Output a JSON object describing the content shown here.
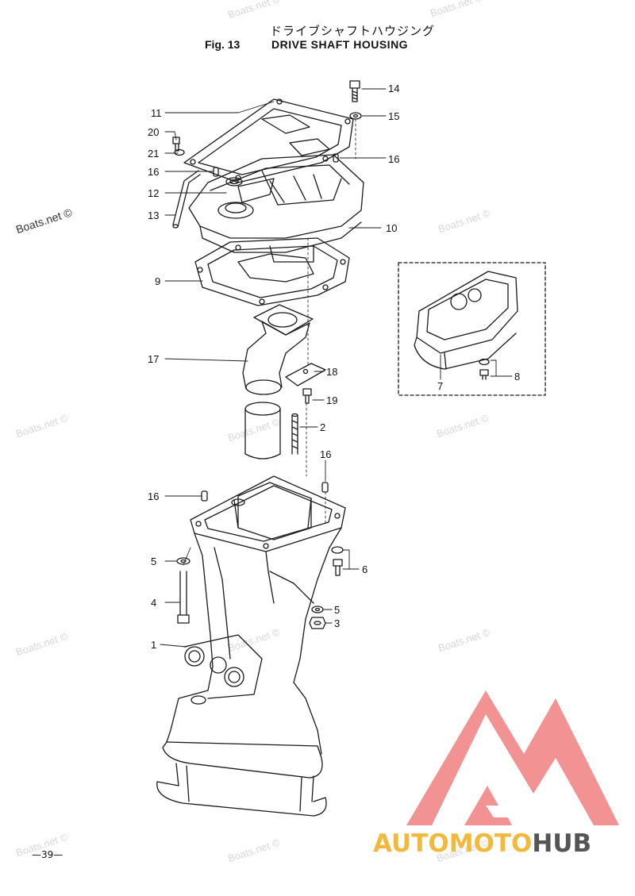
{
  "header": {
    "title_jp": "ドライブシャフトハウジング",
    "fig_number": "Fig. 13",
    "fig_title": "DRIVE SHAFT HOUSING"
  },
  "page_number": "—39—",
  "watermarks": [
    "Boats.net ©",
    "Boats.net ©",
    "Boats.net ©",
    "Boats.net ©",
    "Boats.net ©",
    "Boats.net ©",
    "Boats.net ©",
    "Boats.net ©",
    "Boats.net ©",
    "Boats.net ©",
    "Boats.net ©",
    "Boats.net ©",
    "Boats.net ©"
  ],
  "callouts": [
    "14",
    "15",
    "11",
    "20",
    "21",
    "16",
    "16",
    "12",
    "13",
    "10",
    "9",
    "17",
    "18",
    "19",
    "2",
    "16",
    "16",
    "5",
    "6",
    "4",
    "5",
    "3",
    "1",
    "7",
    "8"
  ],
  "brand": {
    "part1": "AUTOMOTO",
    "part2": "HUB",
    "color_primary": "#f2b93d",
    "color_secondary": "#555555",
    "logo_color": "#ee6e6e"
  },
  "colors": {
    "line": "#1a1a1a",
    "watermark": "#d8d8d8"
  }
}
